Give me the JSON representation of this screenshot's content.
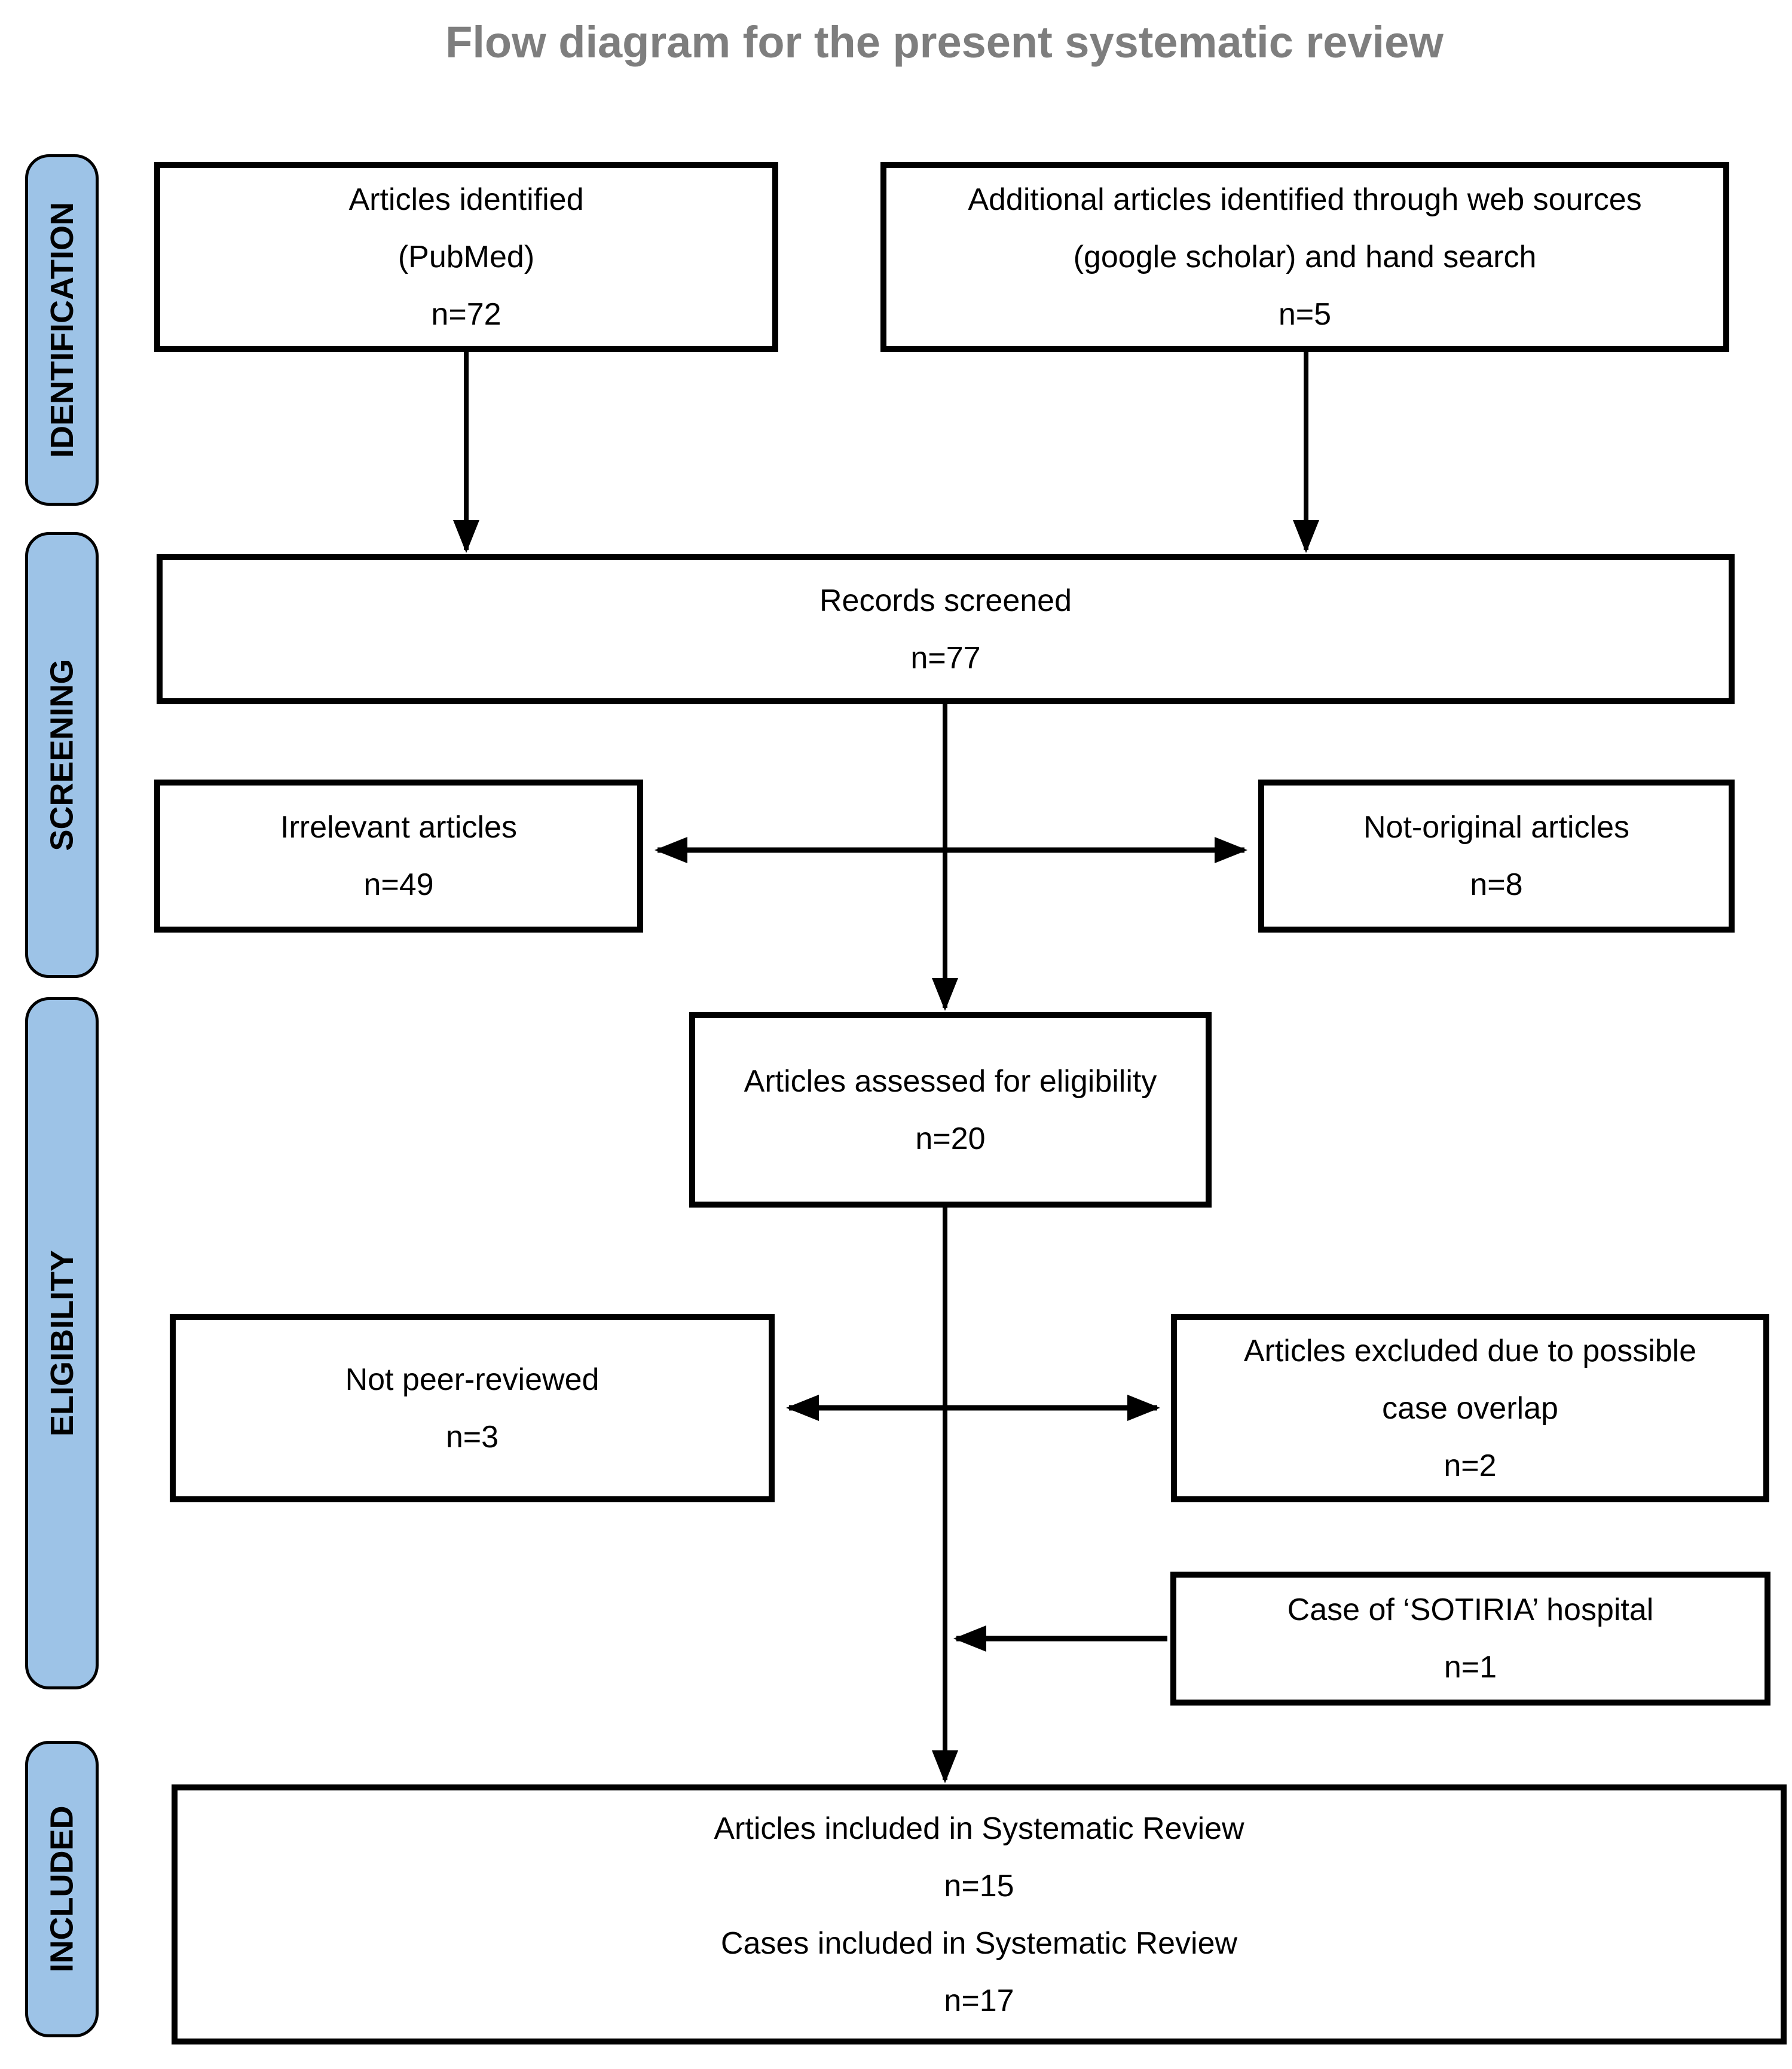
{
  "title": "Flow diagram for the present systematic review",
  "colors": {
    "stage_fill": "#9DC3E7",
    "stage_border": "#000000",
    "box_border": "#000000",
    "title_color": "#7e7e7e",
    "arrow_color": "#000000"
  },
  "stages": [
    {
      "label": "IDENTIFICATION"
    },
    {
      "label": "SCREENING"
    },
    {
      "label": "ELIGIBILITY"
    },
    {
      "label": "INCLUDED"
    }
  ],
  "boxes": {
    "identified_pubmed": {
      "lines": [
        "Articles identified",
        "(PubMed)",
        "n=72"
      ]
    },
    "identified_web": {
      "lines": [
        "Additional articles identified through web sources",
        "(google scholar) and hand search",
        "n=5"
      ]
    },
    "records_screened": {
      "lines": [
        "Records screened",
        "n=77"
      ]
    },
    "irrelevant": {
      "lines": [
        "Irrelevant articles",
        "n=49"
      ]
    },
    "not_original": {
      "lines": [
        "Not-original articles",
        "n=8"
      ]
    },
    "assessed": {
      "lines": [
        "Articles assessed for eligibility",
        "n=20"
      ]
    },
    "not_peer_reviewed": {
      "lines": [
        "Not peer-reviewed",
        "n=3"
      ]
    },
    "excluded_overlap": {
      "lines": [
        "Articles excluded due to possible",
        "case overlap",
        "n=2"
      ]
    },
    "sotiria": {
      "lines": [
        "Case of ‘SOTIRIA’ hospital",
        "n=1"
      ]
    },
    "included": {
      "lines": [
        "Articles included in Systematic Review",
        "n=15",
        "Cases included in Systematic Review",
        "n=17"
      ]
    }
  }
}
